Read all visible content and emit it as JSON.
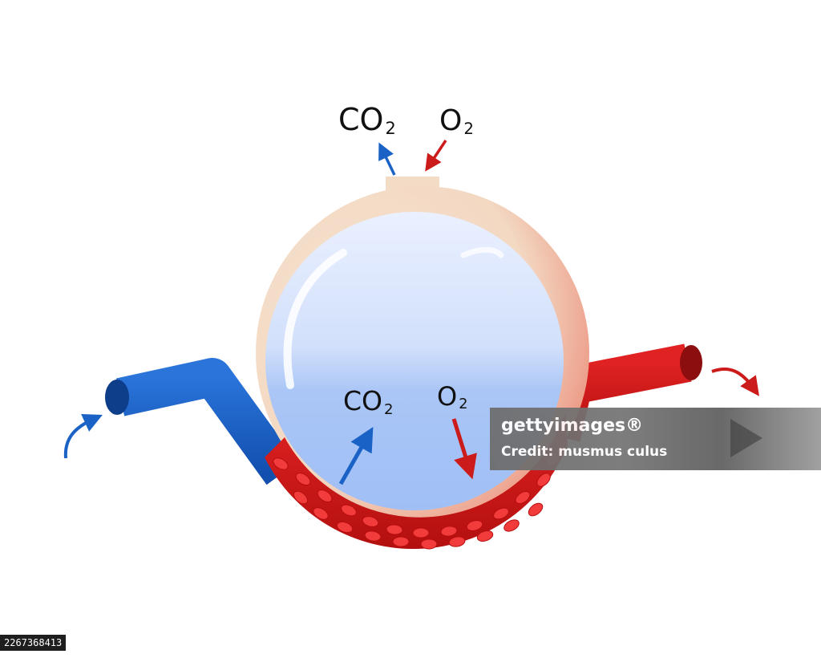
{
  "labels": {
    "co2_top": "CO",
    "co2_top_sub": "2",
    "o2_top": "O",
    "o2_top_sub": "2",
    "co2_inner": "CO",
    "co2_inner_sub": "2",
    "o2_inner": "O",
    "o2_inner_sub": "2"
  },
  "watermark": {
    "brand": "gettyimages®",
    "credit": "Credit: musmus culus"
  },
  "image_id": "2267368413",
  "colors": {
    "deoxygenated_blood": "#1a5fc8",
    "oxygenated_blood": "#cc1616",
    "alveolus_wall": "#f1d9c2",
    "alveolus_air": "#a4c2f5",
    "co2_arrow": "#1a62c6",
    "o2_arrow": "#cc1b1b"
  },
  "icons": [
    "flow-in-arrow-icon",
    "flow-out-arrow-icon",
    "play-icon"
  ]
}
